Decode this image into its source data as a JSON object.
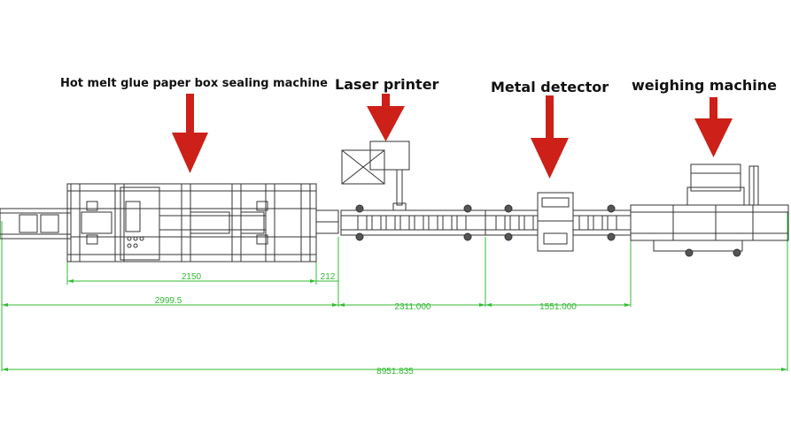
{
  "labels": {
    "sealing_machine": "Hot melt glue paper box sealing machine",
    "laser_printer": "Laser printer",
    "metal_detector": "Metal detector",
    "weighing_machine": "weighing machine"
  },
  "dimensions": {
    "sealer_length": "2150",
    "infeed_gap": "212",
    "sealer_total": "2999.5",
    "printer_section": "2311.000",
    "detector_section": "1551.000",
    "overall_length": "8951.835"
  },
  "colors": {
    "arrow": "#cc2018",
    "dimension": "#33bb33",
    "line": "#333333",
    "label": "#111111"
  }
}
